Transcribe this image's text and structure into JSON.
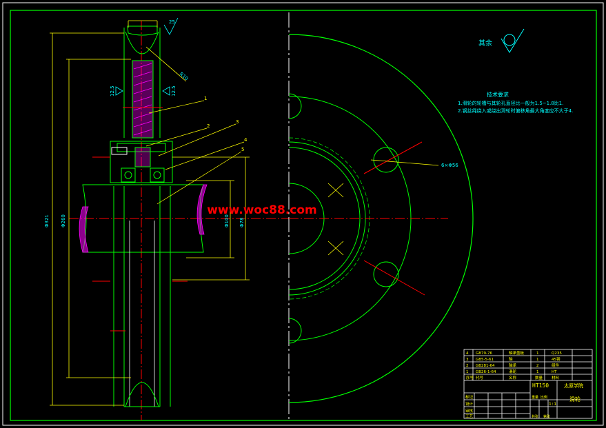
{
  "colors": {
    "background": "#000000",
    "outline": "#00ff00",
    "white_line": "#ffffff",
    "dimension": "#ffff00",
    "centerline": "#ff0000",
    "hatch": "#ff00ff",
    "text_cyan": "#00ffff",
    "watermark": "#ff0000"
  },
  "watermark": "www.woc88.com",
  "roughness_note": {
    "label": "其余",
    "symbol": "roughness-check-icon"
  },
  "tech_requirements": {
    "title": "技术要求",
    "items": [
      "1.滑轮的轮槽与其轮孔直径比一般为1.5~1.8比1.",
      "2.钢丝绳绕入或绕出滑轮时偏移角最大角度应不大于4."
    ]
  },
  "dimensions": {
    "d1": "Φ321",
    "d2": "Φ260",
    "d3": "Φ100",
    "d4": "Φ78",
    "groove_radius": "R10",
    "hole_note": "6×Φ56",
    "top_roughness": "25",
    "left_roughness": "12.5",
    "right_roughness": "12.5"
  },
  "part_balloons": [
    "1",
    "2",
    "3",
    "4",
    "5"
  ],
  "parts_list": [
    {
      "no": "4",
      "code": "GB79-76",
      "name": "轴承盖板",
      "qty": "1",
      "material": "Q235"
    },
    {
      "no": "3",
      "code": "GB5-5-61",
      "name": "轴",
      "qty": "1",
      "material": "45钢"
    },
    {
      "no": "2",
      "code": "GB281-64",
      "name": "轴承",
      "qty": "2",
      "material": "组件"
    },
    {
      "no": "1",
      "code": "GB26-1-64",
      "name": "滑轮",
      "qty": "1",
      "material": "HT"
    }
  ],
  "parts_header": {
    "no": "序号",
    "code": "代号",
    "name": "名称",
    "qty": "数量",
    "material": "材料"
  },
  "title_block": {
    "material": "HT150",
    "school": "太原学院",
    "drawing_name": "滑轮",
    "scale": "1:1",
    "rows": [
      "标记",
      "设计",
      "审核",
      "工艺"
    ],
    "sheet_labels": [
      "重量",
      "比例",
      "共张",
      "第张"
    ]
  }
}
